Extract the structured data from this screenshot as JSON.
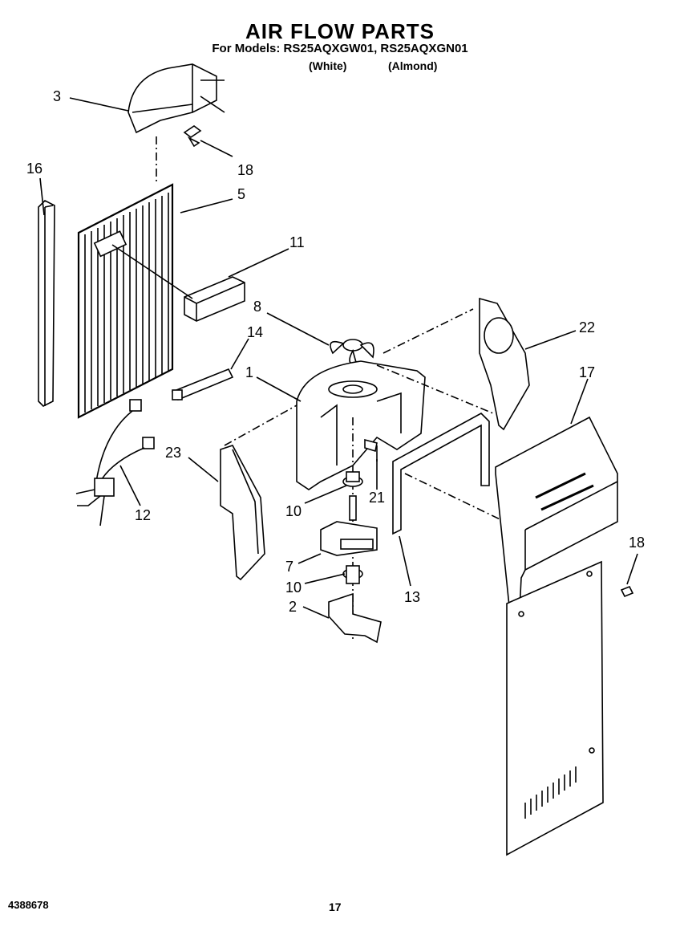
{
  "header": {
    "title": "AIR FLOW PARTS",
    "subtitle": "For Models: RS25AQXGW01, RS25AQXGN01",
    "color_white": "(White)",
    "color_almond": "(Almond)"
  },
  "callouts": {
    "c3": "3",
    "c18a": "18",
    "c16": "16",
    "c5": "5",
    "c11": "11",
    "c8": "8",
    "c22": "22",
    "c14": "14",
    "c1": "1",
    "c17": "17",
    "c23": "23",
    "c12": "12",
    "c10a": "10",
    "c21": "21",
    "c18b": "18",
    "c7": "7",
    "c10b": "10",
    "c13": "13",
    "c2": "2"
  },
  "footer": {
    "doc_number": "4388678",
    "page_number": "17"
  }
}
